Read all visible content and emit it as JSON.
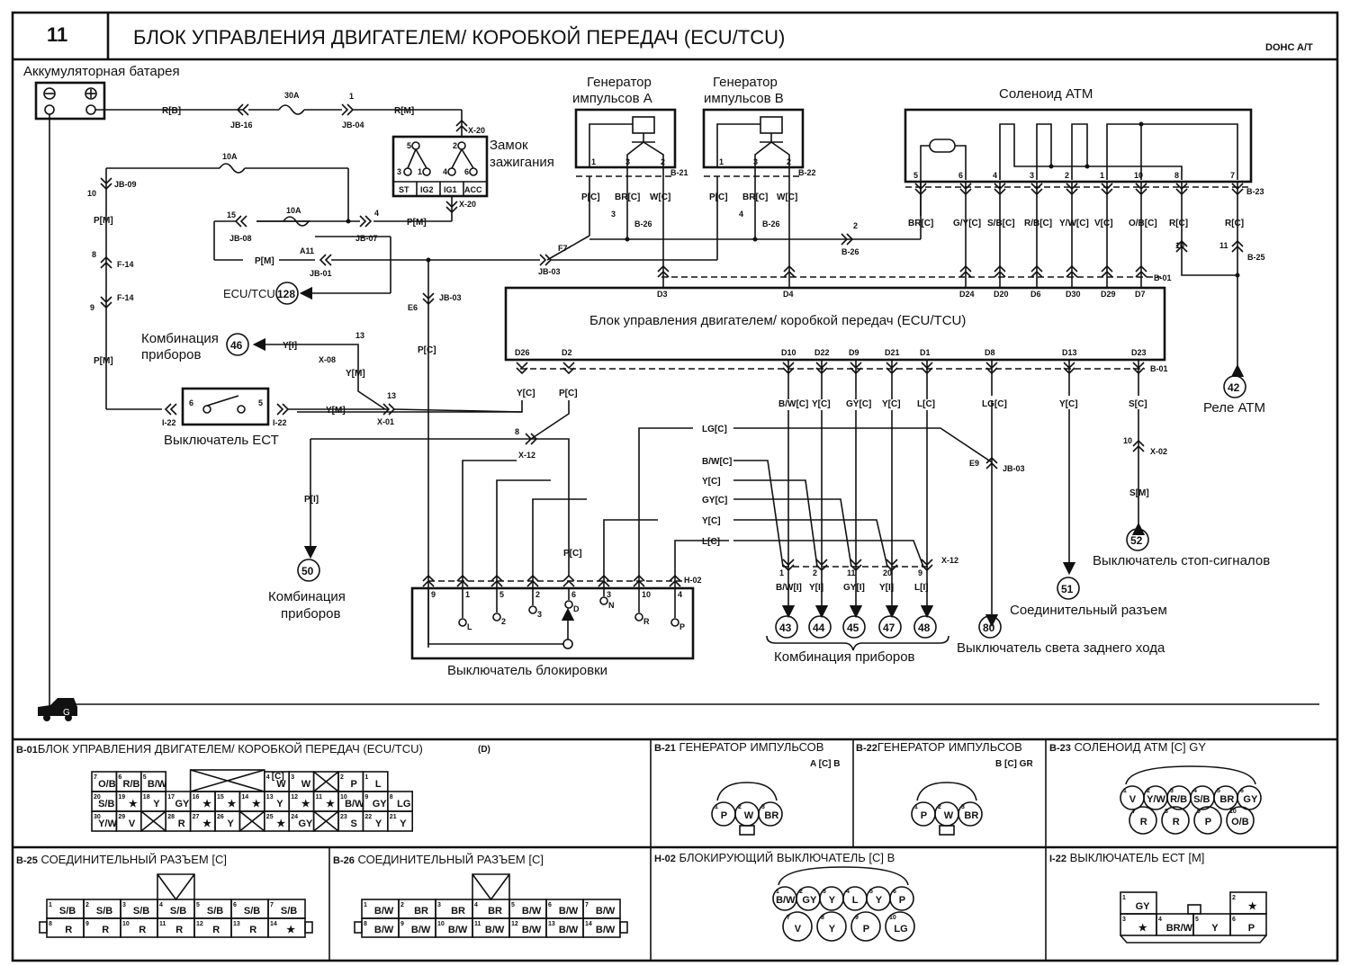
{
  "header": {
    "page_number": "11",
    "title": "БЛОК УПРАВЛЕНИЯ ДВИГАТЕЛЕМ/ КОРОБКОЙ ПЕРЕДАЧ (ECU/TCU)",
    "variant": "DOHC A/T"
  },
  "components": {
    "battery": "Аккумуляторная батарея",
    "ignition": [
      "Замок",
      "зажигания"
    ],
    "ignition_positions": [
      "ST",
      "IG2",
      "IG1",
      "ACC"
    ],
    "pulse_gen_a": [
      "Генератор",
      "импульсов A"
    ],
    "pulse_gen_b": [
      "Генератор",
      "импульсов B"
    ],
    "solenoid": "Соленоид АТМ",
    "ecu": "Блок управления двигателем/ коробкой передач (ECU/TCU)",
    "ect_switch": "Выключатель ЕСТ",
    "inhibitor": "Выключатель блокировки",
    "cluster_46": [
      "Комбинация",
      "приборов"
    ],
    "cluster_50": [
      "Комбинация",
      "приборов"
    ],
    "cluster_group": "Комбинация приборов",
    "relay_atm": "Реле АТМ",
    "stop_switch": "Выключатель стоп-сигналов",
    "joint_connector": "Соединительный разъем",
    "backup_switch": "Выключатель света заднего хода",
    "ecu_tcu_ref": "ECU/TCU"
  },
  "refs": {
    "r128": "128",
    "r46": "46",
    "r50": "50",
    "r42": "42",
    "r52": "52",
    "r51": "51",
    "r43": "43",
    "r44": "44",
    "r45": "45",
    "r47": "47",
    "r48": "48",
    "r80": "80"
  },
  "fuses": {
    "f30": "30A",
    "f10a": "10A",
    "f10b": "10A"
  },
  "wires": {
    "rb": "R[B]",
    "rm": "R[M]",
    "pm1": "P[M]",
    "pm2": "P[M]",
    "pm3": "P[M]",
    "pm4": "P[M]",
    "pc_a": "P[C]",
    "brc_a": "BR[C]",
    "wc_a": "W[C]",
    "pc_b": "P[C]",
    "brc_b": "BR[C]",
    "wc_b": "W[C]",
    "sol": [
      "BR[C]",
      "G/Y[C]",
      "S/B[C]",
      "R/B[C]",
      "Y/W[C]",
      "V[C]",
      "O/B[C]",
      "R[C]",
      "R[C]"
    ],
    "yi": "Y[I]",
    "ym1": "Y[M]",
    "ym2": "Y[M]",
    "pc_e6": "P[C]",
    "yc_d26": "Y[C]",
    "pc_d2": "P[C]",
    "pi": "P[I]",
    "bot": [
      "B/W[C]",
      "Y[C]",
      "GY[C]",
      "Y[C]",
      "L[C]",
      "LG[C]",
      "Y[C]",
      "S[C]"
    ],
    "cross": [
      "LG[C]",
      "B/W[C]",
      "Y[C]",
      "GY[C]",
      "Y[C]",
      "L[C]"
    ],
    "inh_pc": "P[C]",
    "x12": [
      "B/W[I]",
      "Y[I]",
      "GY[I]",
      "Y[I]",
      "L[I]"
    ],
    "sm": "S[M]"
  },
  "connectors": {
    "jb16": "JB-16",
    "jb04": "JB-04",
    "jb04_pin": "1",
    "x20a": "X-20",
    "x20b": "X-20",
    "jb09": "JB-09",
    "jb09_pin": "10",
    "jb08": "JB-08",
    "jb08_pin": "15",
    "jb07": "JB-07",
    "jb07_pin": "4",
    "jb01": "JB-01",
    "jb01_pin": "A11",
    "jb03a": "JB-03",
    "jb03a_pin": "F7",
    "f14a": "F-14",
    "f14a_pin": "8",
    "f14b": "F-14",
    "f14b_pin": "9",
    "b21": "B-21",
    "b22": "B-22",
    "b26a": "B-26",
    "b26a_pin": "3",
    "b26b": "B-26",
    "b26b_pin": "4",
    "b26c": "B-26",
    "b26c_pin": "2",
    "b23": "B-23",
    "b25": "B-25",
    "b25_pins": [
      "10",
      "11"
    ],
    "b01a": "B-01",
    "b01b": "B-01",
    "jb03b": "JB-03",
    "jb03b_pin": "E6",
    "x08": "X-08",
    "x08_pin": "13",
    "x01": "X-01",
    "x01_pin": "13",
    "i22a": "I-22",
    "i22b": "I-22",
    "x12a": "X-12",
    "x12a_pin": "8",
    "h02": "H-02",
    "x12b": "X-12",
    "x12b_pins": [
      "1",
      "2",
      "11",
      "20",
      "9"
    ],
    "jb03c": "JB-03",
    "jb03c_pin": "E9",
    "x02": "X-02",
    "x02_pin": "10"
  },
  "pins": {
    "ign": [
      "5",
      "2",
      "3",
      "1",
      "4",
      "6"
    ],
    "pga": [
      "1",
      "3",
      "2"
    ],
    "pgb": [
      "1",
      "3",
      "2"
    ],
    "sol": [
      "5",
      "6",
      "4",
      "3",
      "2",
      "1",
      "10",
      "8",
      "7"
    ],
    "ecu_top": [
      "D3",
      "D4",
      "D24",
      "D20",
      "D6",
      "D30",
      "D29",
      "D7"
    ],
    "ecu_bot": [
      "D26",
      "D2",
      "D10",
      "D22",
      "D9",
      "D21",
      "D1",
      "D8",
      "D13",
      "D23"
    ],
    "ect": [
      "6",
      "5"
    ],
    "inh": [
      "9",
      "1",
      "5",
      "2",
      "6",
      "3",
      "10",
      "4"
    ],
    "inh_pos": [
      "L",
      "2",
      "3",
      "D",
      "N",
      "R",
      "P"
    ]
  },
  "ground_label": "G",
  "connector_views": {
    "b01": {
      "id": "B-01",
      "title": "БЛОК УПРАВЛЕНИЯ ДВИГАТЕЛЕМ/ КОРОБКОЙ ПЕРЕДАЧ (ECU/TCU)",
      "tag": "(D)",
      "sub": "[C]",
      "row1": [
        [
          "7",
          "O/B"
        ],
        [
          "6",
          "R/B"
        ],
        [
          "5",
          "B/W"
        ],
        null,
        [
          "X",
          ""
        ],
        [
          "X",
          ""
        ],
        [
          "X",
          ""
        ],
        [
          "4",
          "W"
        ],
        [
          "3",
          "W"
        ],
        [
          "X",
          ""
        ],
        [
          "2",
          "P"
        ],
        [
          "1",
          "L"
        ]
      ],
      "row2": [
        [
          "20",
          "S/B"
        ],
        [
          "19",
          "★"
        ],
        [
          "18",
          "Y"
        ],
        [
          "17",
          "GY"
        ],
        [
          "16",
          "★"
        ],
        [
          "15",
          "★"
        ],
        [
          "14",
          "★"
        ],
        [
          "13",
          "Y"
        ],
        [
          "12",
          "★"
        ],
        [
          "11",
          "★"
        ],
        [
          "10",
          "B/W"
        ],
        [
          "9",
          "GY"
        ],
        [
          "8",
          "LG"
        ]
      ],
      "row3": [
        [
          "30",
          "Y/W"
        ],
        [
          "29",
          "V"
        ],
        [
          "X",
          ""
        ],
        [
          "28",
          "R"
        ],
        [
          "27",
          "★"
        ],
        [
          "26",
          "Y"
        ],
        [
          "X",
          ""
        ],
        [
          "25",
          "★"
        ],
        [
          "24",
          "GY"
        ],
        [
          "X",
          ""
        ],
        [
          "23",
          "S"
        ],
        [
          "22",
          "Y"
        ],
        [
          "21",
          "Y"
        ]
      ]
    },
    "b21": {
      "id": "B-21",
      "title": "ГЕНЕРАТОР ИМПУЛЬСОВ",
      "sub": "A [C] B",
      "pins": [
        [
          "1",
          "P"
        ],
        [
          "2",
          "W"
        ],
        [
          "3",
          "BR"
        ]
      ]
    },
    "b22": {
      "id": "B-22",
      "title": "ГЕНЕРАТОР ИМПУЛЬСОВ",
      "sub": "B [C] GR",
      "pins": [
        [
          "1",
          "P"
        ],
        [
          "2",
          "W"
        ],
        [
          "3",
          "BR"
        ]
      ]
    },
    "b23": {
      "id": "B-23",
      "title": "СОЛЕНОИД АТМ  [C] GY",
      "row1": [
        [
          "1",
          "V"
        ],
        [
          "2",
          "Y/W"
        ],
        [
          "3",
          "R/B"
        ],
        [
          "4",
          "S/B"
        ],
        [
          "5",
          "BR"
        ],
        [
          "6",
          "GY"
        ]
      ],
      "row2": [
        [
          "7",
          "R"
        ],
        [
          "8",
          "R"
        ],
        [
          "9",
          "P"
        ],
        [
          "10",
          "O/B"
        ]
      ]
    },
    "b25": {
      "id": "B-25",
      "title": "СОЕДИНИТЕЛЬНЫЙ РАЗЪЕМ  [C]",
      "row1": [
        [
          "1",
          "S/B"
        ],
        [
          "2",
          "S/B"
        ],
        [
          "3",
          "S/B"
        ],
        [
          "4",
          "S/B"
        ],
        [
          "5",
          "S/B"
        ],
        [
          "6",
          "S/B"
        ],
        [
          "7",
          "S/B"
        ]
      ],
      "row2": [
        [
          "8",
          "R"
        ],
        [
          "9",
          "R"
        ],
        [
          "10",
          "R"
        ],
        [
          "11",
          "R"
        ],
        [
          "12",
          "R"
        ],
        [
          "13",
          "R"
        ],
        [
          "14",
          "★"
        ]
      ]
    },
    "b26": {
      "id": "B-26",
      "title": "СОЕДИНИТЕЛЬНЫЙ РАЗЪЕМ  [C]",
      "row1": [
        [
          "1",
          "B/W"
        ],
        [
          "2",
          "BR"
        ],
        [
          "3",
          "BR"
        ],
        [
          "4",
          "BR"
        ],
        [
          "5",
          "B/W"
        ],
        [
          "6",
          "B/W"
        ],
        [
          "7",
          "B/W"
        ]
      ],
      "row2": [
        [
          "8",
          "B/W"
        ],
        [
          "9",
          "B/W"
        ],
        [
          "10",
          "B/W"
        ],
        [
          "11",
          "B/W"
        ],
        [
          "12",
          "B/W"
        ],
        [
          "13",
          "B/W"
        ],
        [
          "14",
          "B/W"
        ]
      ]
    },
    "h02": {
      "id": "H-02",
      "title": "БЛОКИРУЮЩИЙ ВЫКЛЮЧАТЕЛЬ  [C] B",
      "row1": [
        [
          "1",
          "B/W"
        ],
        [
          "2",
          "GY"
        ],
        [
          "3",
          "Y"
        ],
        [
          "4",
          "L"
        ],
        [
          "5",
          "Y"
        ],
        [
          "6",
          "P"
        ]
      ],
      "row2": [
        [
          "7",
          "V"
        ],
        [
          "8",
          "Y"
        ],
        [
          "9",
          "P"
        ],
        [
          "10",
          "LG"
        ]
      ]
    },
    "i22": {
      "id": "I-22",
      "title": "ВЫКЛЮЧАТЕЛЬ ЕСТ  [M]",
      "pins": [
        [
          "1",
          "GY"
        ],
        [
          "2",
          "★"
        ],
        [
          "3",
          "★"
        ],
        [
          "4",
          "BR/W"
        ],
        [
          "5",
          "Y"
        ],
        [
          "6",
          "P"
        ]
      ]
    }
  }
}
